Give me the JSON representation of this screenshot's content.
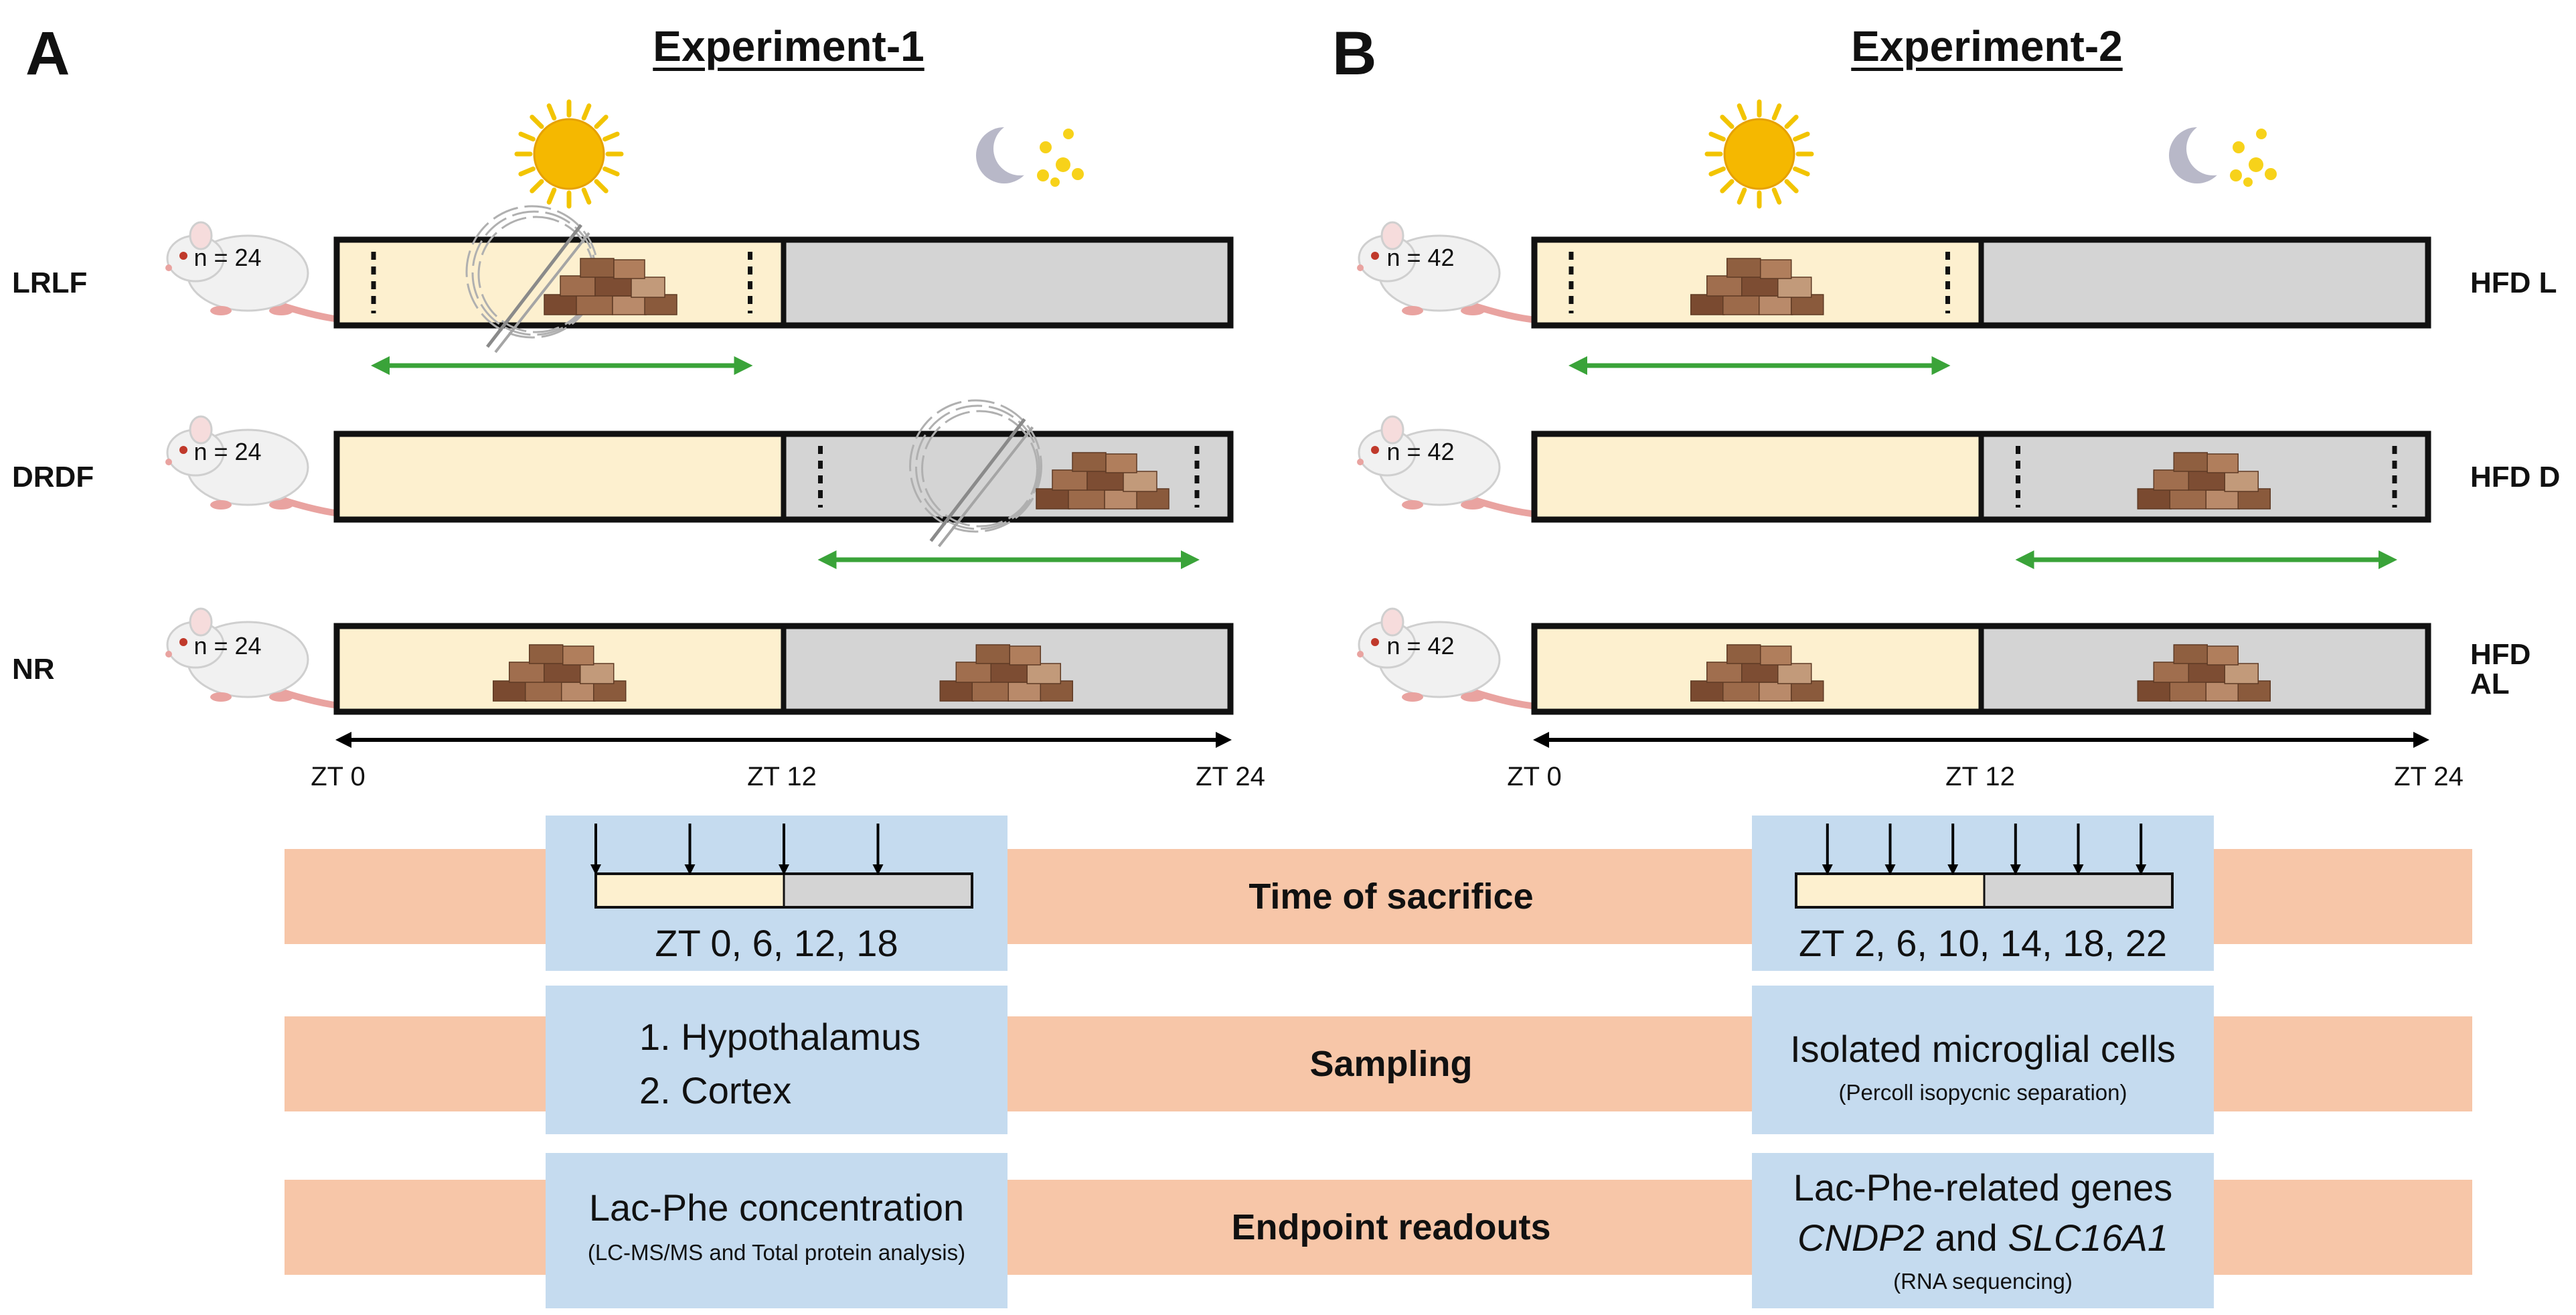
{
  "panels": [
    {
      "letter": "A",
      "title": "Experiment-1",
      "groups": [
        {
          "label": "LRLF",
          "n": "n = 24",
          "light_food": true,
          "dark_food": false,
          "light_run": true,
          "dark_run": false
        },
        {
          "label": "DRDF",
          "n": "n = 24",
          "light_food": false,
          "dark_food": true,
          "light_run": false,
          "dark_run": true
        },
        {
          "label": "NR",
          "n": "n = 24",
          "light_food": true,
          "dark_food": true,
          "light_run": false,
          "dark_run": false
        }
      ],
      "zt_labels": [
        "ZT 0",
        "ZT 12",
        "ZT 24"
      ],
      "sacrifice_times": "ZT 0, 6, 12, 18",
      "sacrifice_arrow_fractions": [
        0.0,
        0.25,
        0.5,
        0.75
      ],
      "sampling": [
        "1.   Hypothalamus",
        "2.   Cortex"
      ],
      "endpoint_main": "Lac-Phe concentration",
      "endpoint_note": "(LC-MS/MS and Total protein analysis)"
    },
    {
      "letter": "B",
      "title": "Experiment-2",
      "groups": [
        {
          "label": "HFD L",
          "n": "n = 42",
          "light_food": true,
          "dark_food": false,
          "light_run": false,
          "dark_run": false,
          "limited": "light"
        },
        {
          "label": "HFD D",
          "n": "n = 42",
          "light_food": false,
          "dark_food": true,
          "light_run": false,
          "dark_run": false,
          "limited": "dark"
        },
        {
          "label": "HFD AL",
          "n": "n = 42",
          "light_food": true,
          "dark_food": true,
          "light_run": false,
          "dark_run": false
        }
      ],
      "zt_labels": [
        "ZT 0",
        "ZT 12",
        "ZT 24"
      ],
      "sacrifice_times": "ZT 2, 6, 10, 14, 18, 22",
      "sacrifice_arrow_fractions": [
        0.0833,
        0.25,
        0.4167,
        0.5833,
        0.75,
        0.9167
      ],
      "sampling_main": "Isolated microglial cells",
      "sampling_note": "(Percoll isopycnic separation)",
      "endpoint_main": "Lac-Phe-related genes",
      "endpoint_gene1": "CNDP2",
      "endpoint_and": " and ",
      "endpoint_gene2": "SLC16A1",
      "endpoint_note": "(RNA sequencing)"
    }
  ],
  "rows": {
    "sacrifice": "Time of sacrifice",
    "sampling": "Sampling",
    "endpoint": "Endpoint readouts"
  },
  "colors": {
    "light_phase": "#fdf0cf",
    "dark_phase": "#d4d4d4",
    "band": "#f7c6a8",
    "box": "#c5dbef",
    "green_arrow": "#3aa339",
    "food": "#8a5a3c",
    "sun": "#f5b800"
  }
}
